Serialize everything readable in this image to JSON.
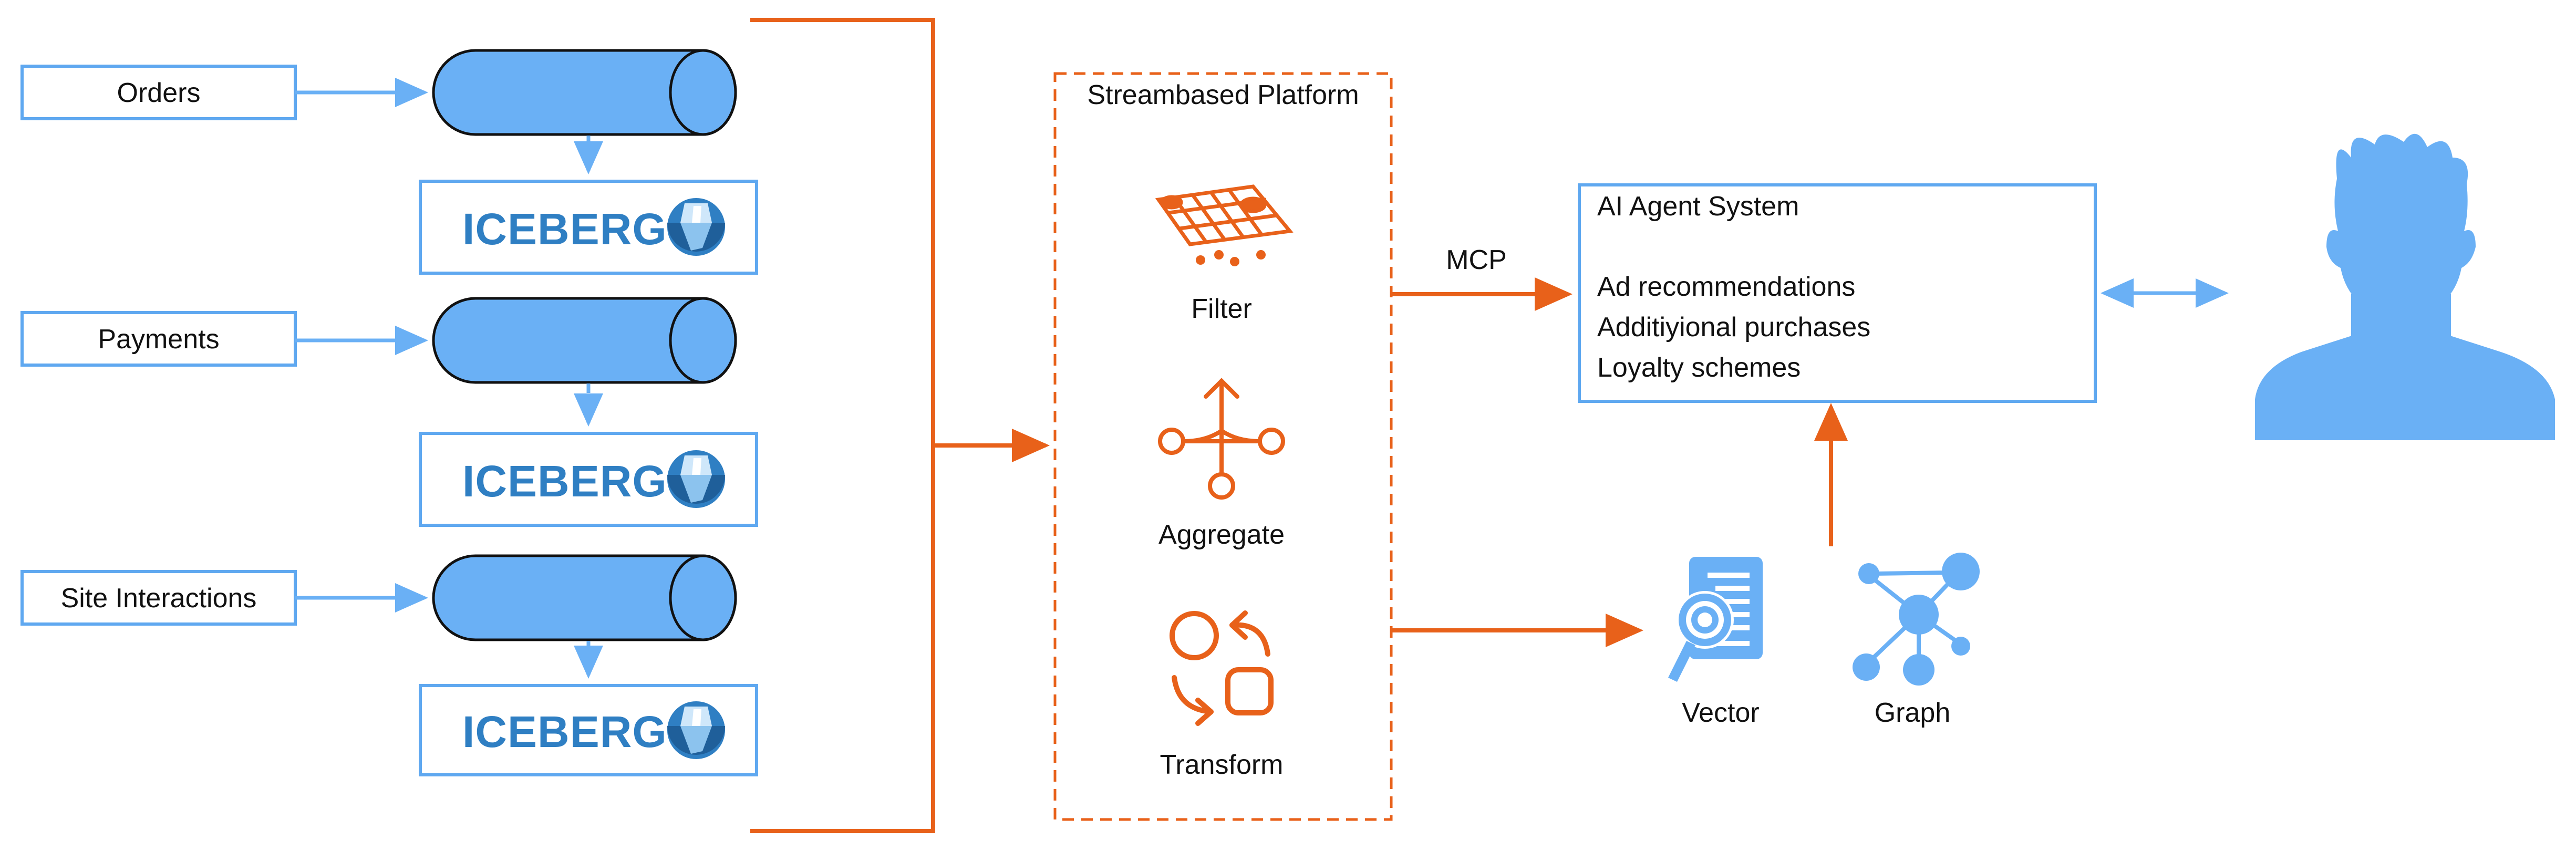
{
  "sources": [
    {
      "label": "Orders",
      "storage": "ICEBERG"
    },
    {
      "label": "Payments",
      "storage": "ICEBERG"
    },
    {
      "label": "Site Interactions",
      "storage": "ICEBERG"
    }
  ],
  "platform": {
    "title": "Streambased Platform",
    "steps": [
      "Filter",
      "Aggregate",
      "Transform"
    ]
  },
  "connector_label": "MCP",
  "agent_system": {
    "title": "AI Agent System",
    "items": [
      "Ad recommendations",
      "Additiyional purchases",
      "Loyalty schemes"
    ]
  },
  "stores": [
    "Vector",
    "Graph"
  ],
  "colors": {
    "orange": "#e8611a",
    "blue": "#6ab0f5",
    "box_border": "#5fa8f0",
    "iceberg_text": "#2f7fc3"
  },
  "icons": [
    "filter-grid-icon",
    "aggregate-icon",
    "transform-icon",
    "vector-search-icon",
    "graph-icon",
    "user-silhouette-icon",
    "iceberg-logo-icon"
  ]
}
